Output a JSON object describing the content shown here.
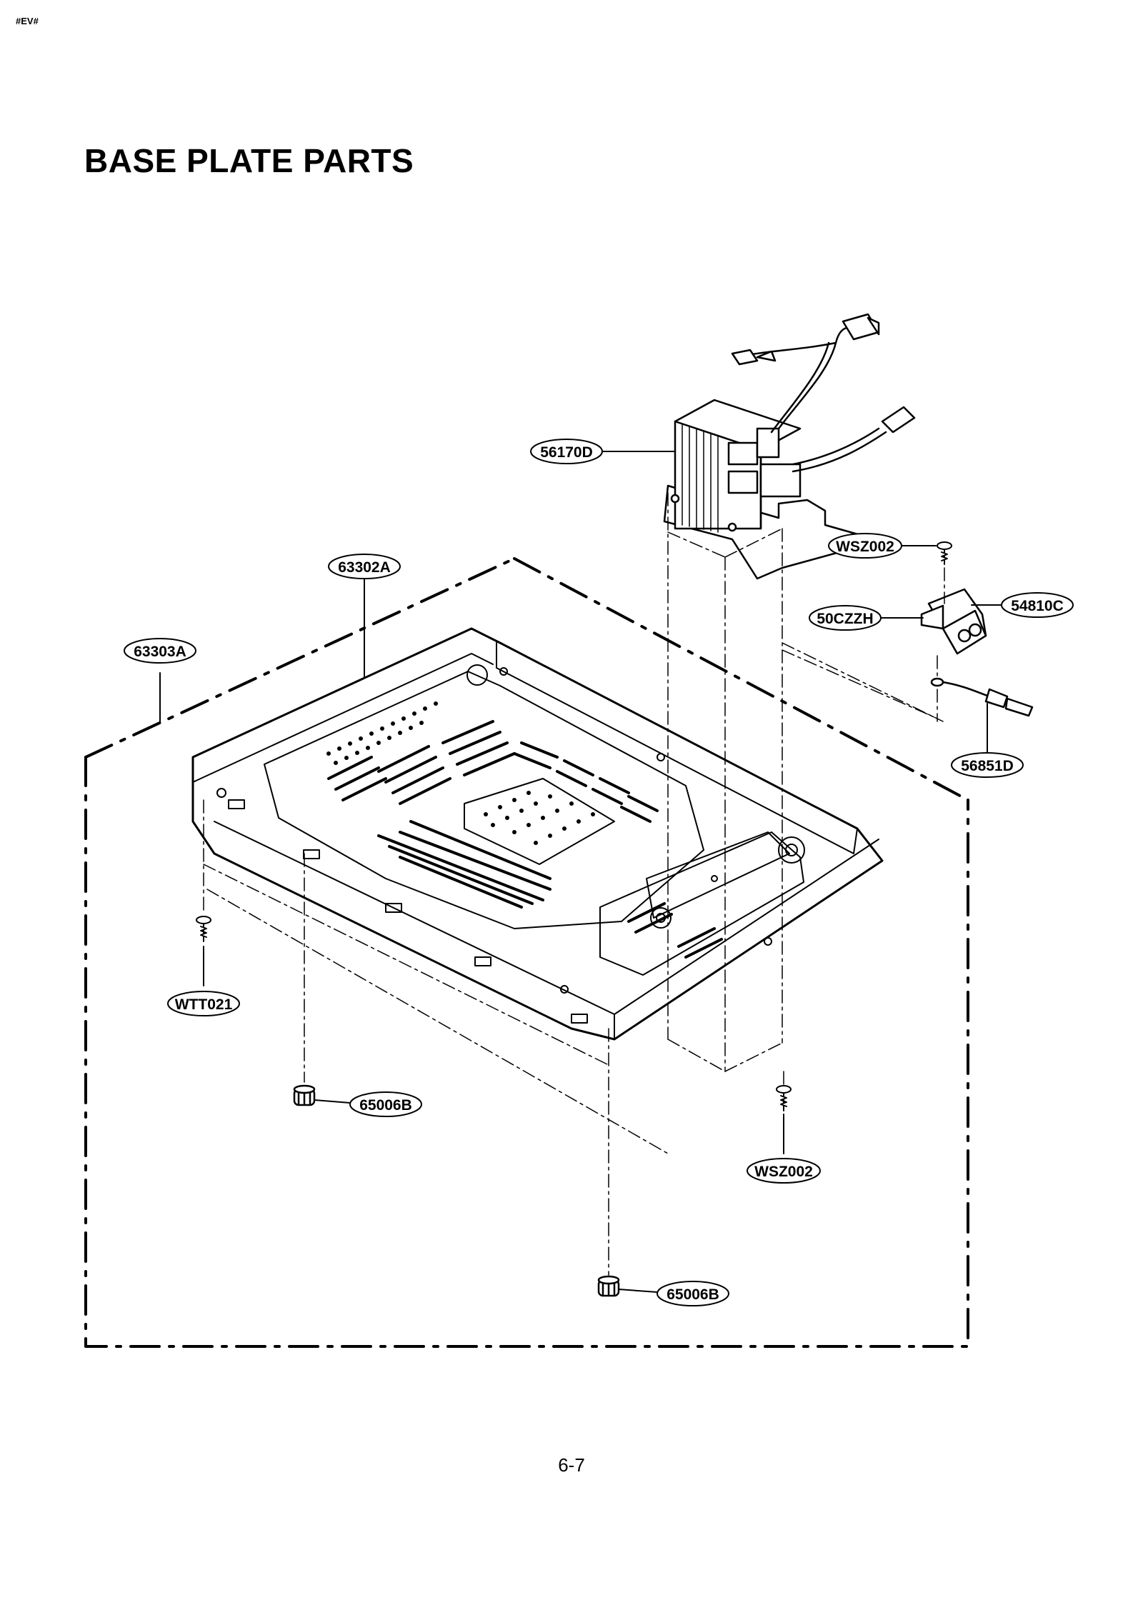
{
  "header": {
    "tag": "#EV#"
  },
  "title": "BASE PLATE PARTS",
  "page_number": "6-7",
  "callouts": [
    {
      "id": "c1",
      "label": "56170D"
    },
    {
      "id": "c2",
      "label": "WSZ002"
    },
    {
      "id": "c3",
      "label": "63302A"
    },
    {
      "id": "c4",
      "label": "54810C"
    },
    {
      "id": "c5",
      "label": "50CZZH"
    },
    {
      "id": "c6",
      "label": "63303A"
    },
    {
      "id": "c7",
      "label": "56851D"
    },
    {
      "id": "c8",
      "label": "WTT021"
    },
    {
      "id": "c9",
      "label": "65006B"
    },
    {
      "id": "c10",
      "label": "WSZ002"
    },
    {
      "id": "c11",
      "label": "65006B"
    }
  ]
}
